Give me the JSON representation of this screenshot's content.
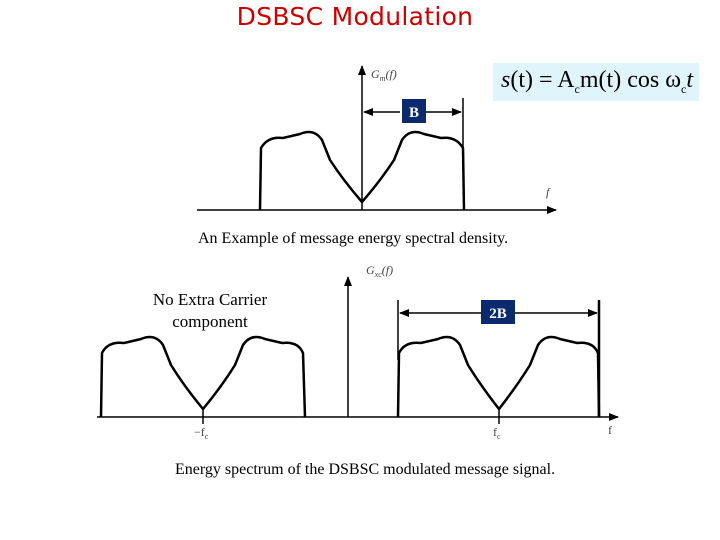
{
  "title": "DSBSC Modulation",
  "formula": {
    "s": "s",
    "t1": "(t) = A",
    "c1": "c",
    "m": "m(t) cos ω",
    "c2": "c",
    "t2": "t"
  },
  "top_plot": {
    "y_axis_label": "G",
    "y_axis_sub": "m",
    "y_axis_arg": "(f)",
    "x_axis_label": "f",
    "bandwidth_label": "B",
    "caption": "An Example of message energy spectral density."
  },
  "bottom_plot": {
    "y_axis_label": "G",
    "y_axis_sub": "xc",
    "y_axis_arg": "(f)",
    "x_axis_label": "f",
    "neg_carrier_label": "−f",
    "neg_carrier_sub": "c",
    "carrier_label": "f",
    "carrier_sub": "c",
    "bandwidth_label": "2B",
    "note": [
      "No Extra Carrier",
      "component"
    ],
    "caption": "Energy spectrum of the DSBSC modulated message signal."
  },
  "colors": {
    "title": "#cc0000",
    "formula_bg": "#dff4fb",
    "label_box": "#0b2a6e"
  }
}
